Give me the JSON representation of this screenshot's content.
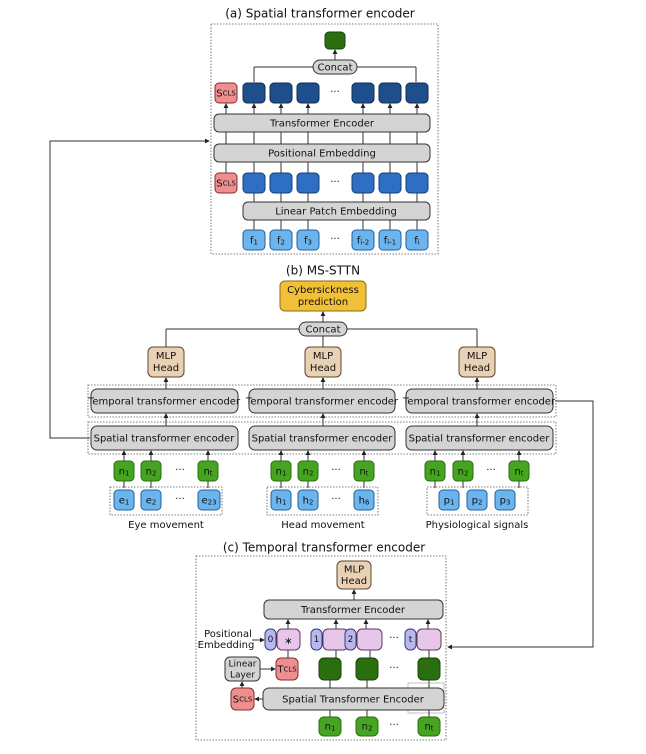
{
  "panel_a": {
    "title": "(a) Spatial transformer encoder",
    "concat": "Concat",
    "transformer_encoder": "Transformer Encoder",
    "positional_embedding": "Positional Embedding",
    "linear_patch_embedding": "Linear Patch Embedding",
    "s_cls": "S",
    "s_cls_sub": "CLS",
    "ellipsis": "···",
    "inputs": [
      {
        "base": "f",
        "sub": "1"
      },
      {
        "base": "f",
        "sub": "2"
      },
      {
        "base": "f",
        "sub": "3"
      },
      {
        "base": "f",
        "sub": "i-2"
      },
      {
        "base": "f",
        "sub": "i-1"
      },
      {
        "base": "f",
        "sub": "i"
      }
    ]
  },
  "panel_b": {
    "title": "(b) MS-STTN",
    "prediction_line1": "Cybersickness",
    "prediction_line2": "prediction",
    "concat": "Concat",
    "mlp_line1": "MLP",
    "mlp_line2": "Head",
    "temporal": "Temporal transformer encoder",
    "spatial": "Spatial transformer encoder",
    "ellipsis": "···",
    "streams": [
      {
        "label": "Eye movement",
        "tokens": [
          {
            "base": "n",
            "sub": "1"
          },
          {
            "base": "n",
            "sub": "2"
          },
          {
            "base": "n",
            "sub": "t"
          }
        ],
        "features": [
          {
            "base": "e",
            "sub": "1"
          },
          {
            "base": "e",
            "sub": "2"
          },
          {
            "base": "e",
            "sub": "23"
          }
        ]
      },
      {
        "label": "Head movement",
        "tokens": [
          {
            "base": "n",
            "sub": "1"
          },
          {
            "base": "n",
            "sub": "2"
          },
          {
            "base": "n",
            "sub": "t"
          }
        ],
        "features": [
          {
            "base": "h",
            "sub": "1"
          },
          {
            "base": "h",
            "sub": "2"
          },
          {
            "base": "h",
            "sub": "6"
          }
        ]
      },
      {
        "label": "Physiological signals",
        "tokens": [
          {
            "base": "n",
            "sub": "1"
          },
          {
            "base": "n",
            "sub": "2"
          },
          {
            "base": "n",
            "sub": "t"
          }
        ],
        "features": [
          {
            "base": "p",
            "sub": "1"
          },
          {
            "base": "p",
            "sub": "2"
          },
          {
            "base": "p",
            "sub": "3"
          }
        ]
      }
    ]
  },
  "panel_c": {
    "title": "(c) Temporal transformer encoder",
    "mlp_line1": "MLP",
    "mlp_line2": "Head",
    "transformer_encoder": "Transformer Encoder",
    "positional_line1": "Positional",
    "positional_line2": "Embedding",
    "linear_line1": "Linear",
    "linear_line2": "Layer",
    "t_cls": "T",
    "t_cls_sub": "CLS",
    "s_cls": "S",
    "s_cls_sub": "CLS",
    "spatial_encoder": "Spatial Transformer Encoder",
    "pos_indices": [
      "0",
      "1",
      "2",
      "t"
    ],
    "star": "∗",
    "ellipsis": "···",
    "inputs": [
      {
        "base": "n",
        "sub": "1"
      },
      {
        "base": "n",
        "sub": "2"
      },
      {
        "base": "n",
        "sub": "t"
      }
    ]
  }
}
